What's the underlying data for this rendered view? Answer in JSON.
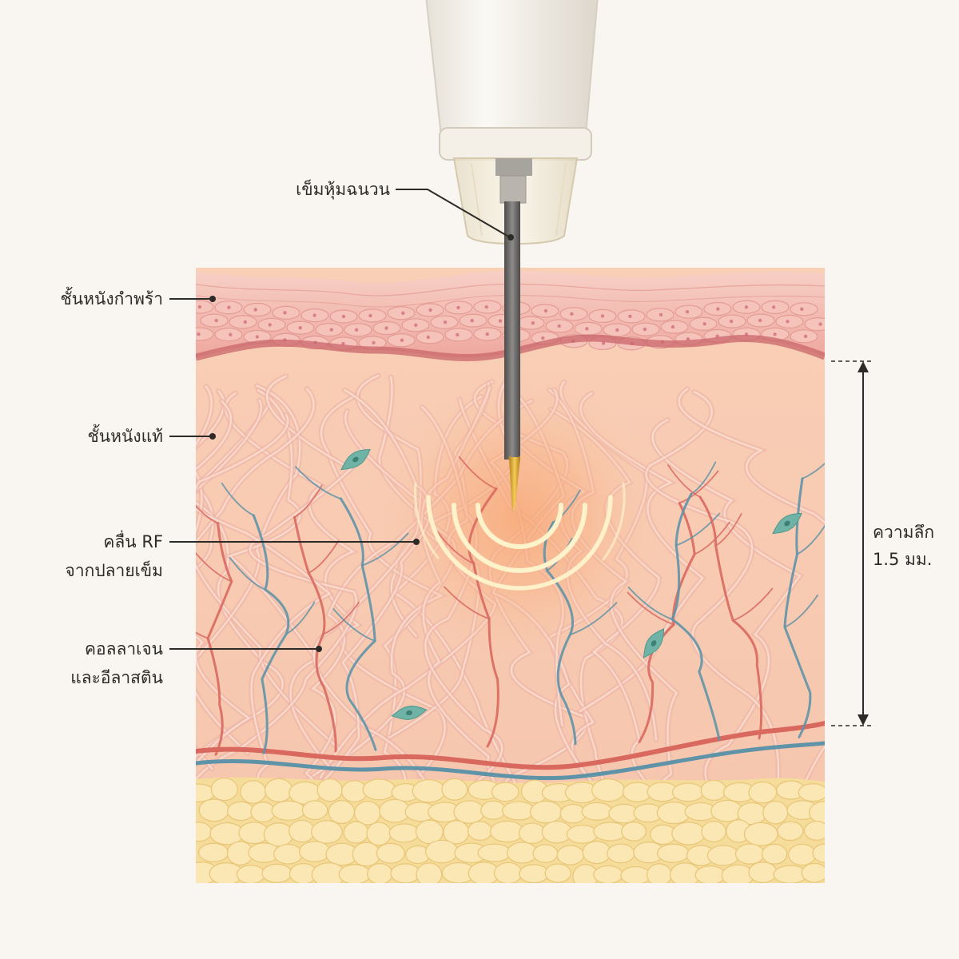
{
  "labels": {
    "needle": "เข็มหุ้มฉนวน",
    "epidermis": "ชั้นหนังกำพร้า",
    "dermis": "ชั้นหนังแท้",
    "rf_line1": "คลื่น RF",
    "rf_line2": "จากปลายเข็ม",
    "collagen_line1": "คอลลาเจน",
    "collagen_line2": "และอีลาสติน",
    "depth_line1": "ความลึก",
    "depth_line2": "1.5 มม."
  },
  "colors": {
    "background": "#f9f6f1",
    "epidermis": "#f2b8b0",
    "dermis": "#f8cdb2",
    "fat": "#f6dc9a",
    "artery": "#d9695f",
    "vein": "#5e93a8",
    "rf_glow": "#fff4cf",
    "needle_tip": "#d9a62b"
  },
  "icons": [
    "needle-handpiece-icon",
    "fibroblast-cell-icon"
  ]
}
